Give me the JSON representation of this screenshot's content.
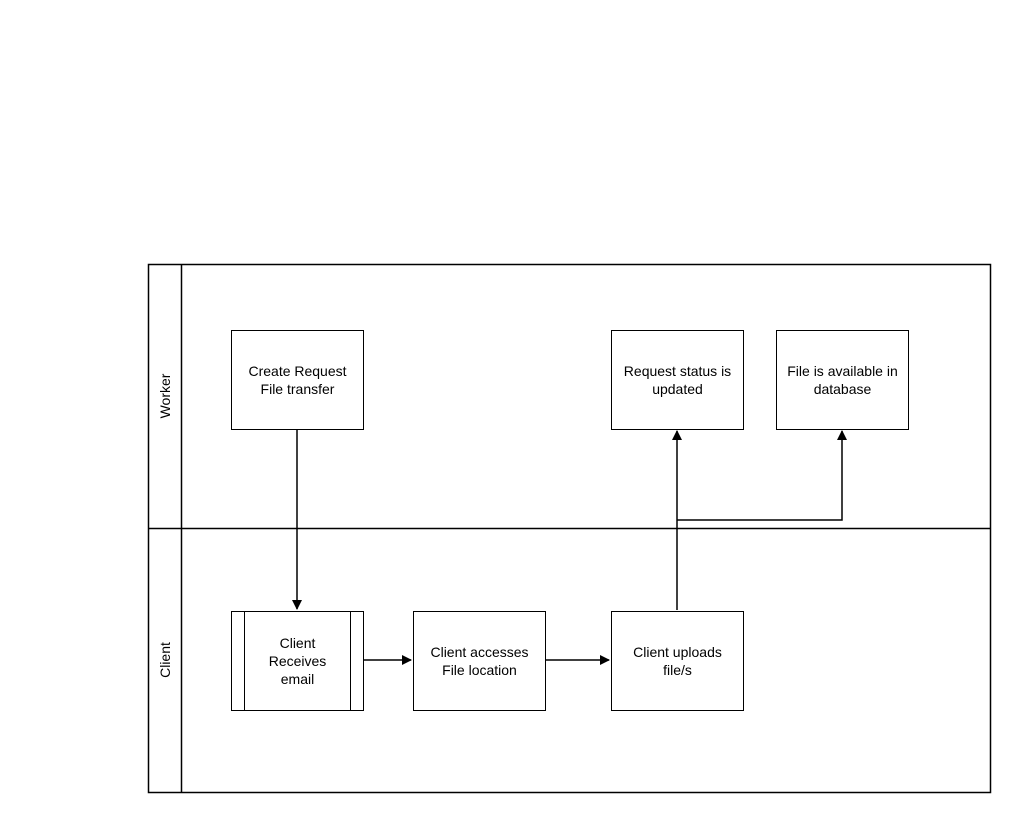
{
  "lanes": {
    "worker": {
      "label": "Worker"
    },
    "client": {
      "label": "Client"
    }
  },
  "nodes": {
    "create_request": {
      "label": "Create Request\nFile transfer"
    },
    "request_status": {
      "label": "Request status is\nupdated"
    },
    "file_available": {
      "label": "File is available in\ndatabase"
    },
    "client_receives": {
      "label": "Client\nReceives\nemail"
    },
    "client_accesses": {
      "label": "Client  accesses\nFile location"
    },
    "client_uploads": {
      "label": "Client uploads\nfile/s"
    }
  },
  "colors": {
    "stroke": "#000000",
    "background": "#ffffff"
  }
}
